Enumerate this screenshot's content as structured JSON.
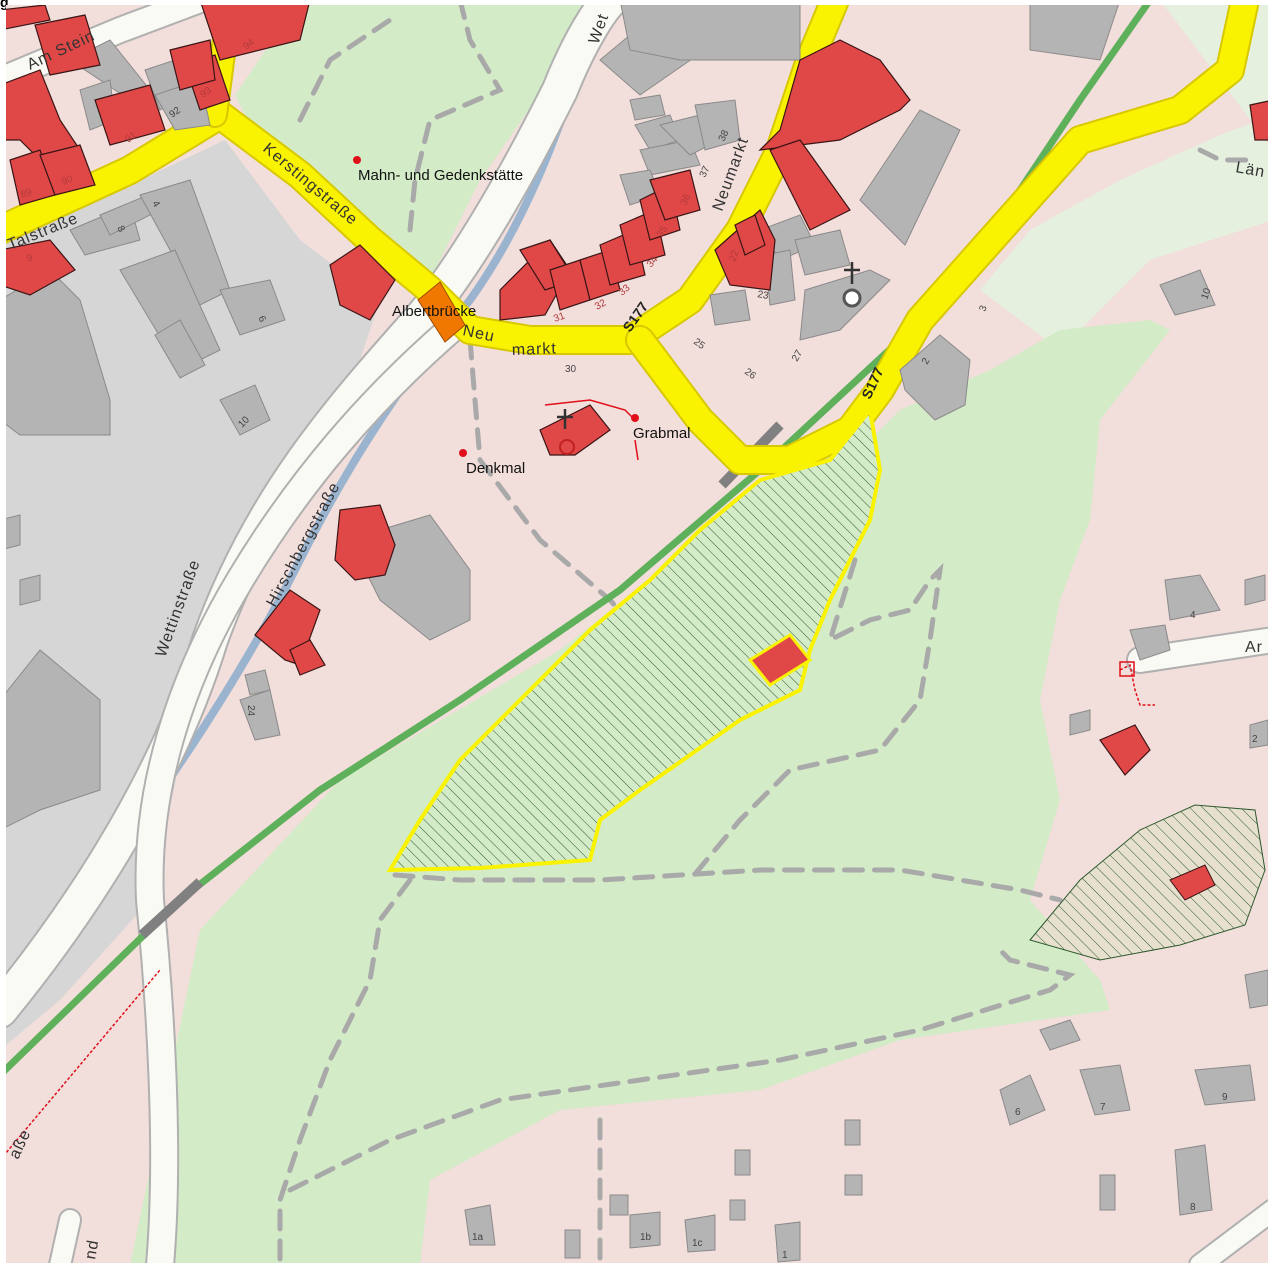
{
  "map": {
    "colors": {
      "residential": "#f2dedb",
      "industrial": "#d6d6d6",
      "park": "#d3ebc7",
      "grass_light": "#e6f0df",
      "building_gray": "#b4b4b4",
      "building_gray_stroke": "#8a8a8a",
      "building_red": "#e04848",
      "building_red_stroke": "#3a1515",
      "primary_road": "#f9f200",
      "primary_road_casing": "#d8c800",
      "minor_road": "#fafaf5",
      "minor_road_casing": "#b0b0b0",
      "river": "#9ab4cf",
      "railway": "#5fb05a",
      "path_dash": "#a9a9a9",
      "bridge": "#f07800",
      "protected_area_outline": "#f9f200",
      "protected_area_hatch": "#2d5a2d",
      "poi_dot": "#e0101a"
    },
    "labels": {
      "mahn_gedenkstaette": "Mahn- und Gedenkstätte",
      "albertbruecke": "Albertbrücke",
      "grabmal": "Grabmal",
      "denkmal": "Denkmal"
    },
    "streets": {
      "talstrasse": "Talstraße",
      "kerstingstrasse": "Kerstingstraße",
      "neumarkt_north": "Neumarkt",
      "neumarkt_south_a": "Neu",
      "neumarkt_south_b": "markt",
      "wettinstrasse": "Wettinstraße",
      "hirschbergstrasse": "Hirschbergstraße",
      "am_stein": "Am Stein",
      "wet_partial": "Wet",
      "east_partial": "Län",
      "east_partial_2": "Ar",
      "southwest_partial": "aße",
      "south_partial": "nd"
    },
    "routes": {
      "s177_a": "S177",
      "s177_b": "S177"
    },
    "house_numbers": {
      "n92": "92",
      "n93": "93",
      "n94": "94",
      "n91": "91",
      "n89": "89",
      "n90": "90",
      "n4": "4",
      "n9": "9",
      "n8": "8",
      "n6": "6",
      "n10_left": "10",
      "n38": "38",
      "n37": "37",
      "n25": "25",
      "n26": "26",
      "n27": "27",
      "n23": "23",
      "n3": "3",
      "n10_right": "10",
      "n2": "2",
      "n4_right": "4",
      "n24": "24",
      "n6_bottom": "6",
      "n7": "7",
      "n9_bottom": "9",
      "n8_bottom": "8",
      "n1a": "1a",
      "n1b": "1b",
      "n1c": "1c",
      "n1": "1",
      "n2_right": "2",
      "n31": "31",
      "n32": "32",
      "n33": "33",
      "n34": "34",
      "n35": "35",
      "n36": "36",
      "n22": "22",
      "n30": "30"
    },
    "icons": {
      "church_a": "church-cross-icon",
      "church_b": "church-cross-icon",
      "poi": "poi-dot-icon"
    },
    "corner_glyph": "g"
  }
}
